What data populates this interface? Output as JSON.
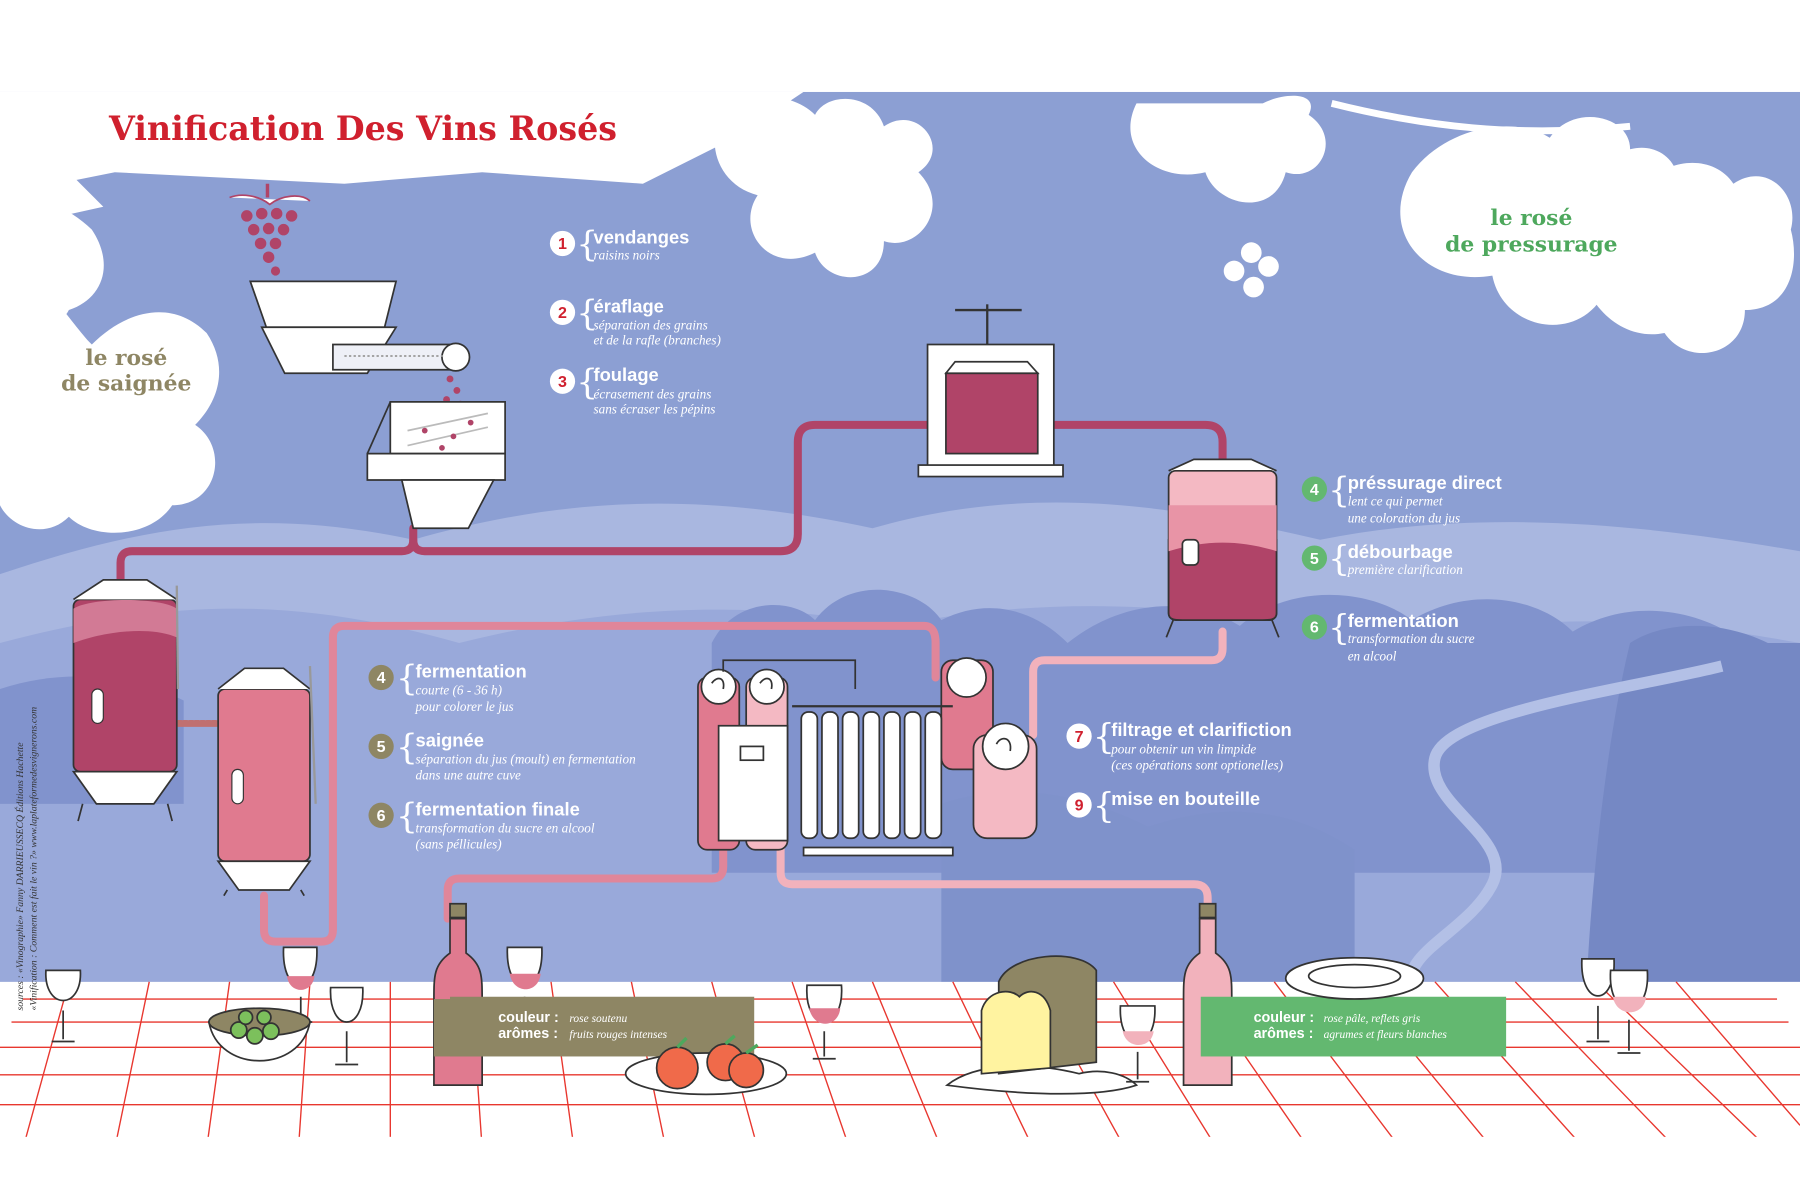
{
  "title": "Vinification Des Vins Rosés",
  "sections": {
    "saignee": [
      "le rosé",
      "de saignée"
    ],
    "pressurage": [
      "le rosé",
      "de pressurage"
    ]
  },
  "colors": {
    "sky": "#8c9fd3",
    "hills": "#a9b7e0",
    "trees": "#7588c4",
    "pipe_dark": "#b04468",
    "pipe_mid": "#e0869a",
    "pipe_light": "#f2b2bc",
    "tablecloth": "#e8372f",
    "green_label": "#63b870",
    "olive_label": "#8e8664",
    "red_accent": "#d0202e"
  },
  "top_steps": [
    {
      "num": "1",
      "title": "vendanges",
      "lines": [
        "raisins noirs"
      ]
    },
    {
      "num": "2",
      "title": "éraflage",
      "lines": [
        "séparation des grains",
        "et de la rafle (branches)"
      ]
    },
    {
      "num": "3",
      "title": "foulage",
      "lines": [
        "écrasement des grains",
        "sans écraser les pépins"
      ]
    }
  ],
  "saignee_steps": [
    {
      "num": "4",
      "title": "fermentation",
      "lines": [
        "courte (6 - 36 h)",
        "pour colorer le jus"
      ]
    },
    {
      "num": "5",
      "title": "saignée",
      "lines": [
        "séparation du jus (moult) en fermentation",
        "dans  une autre cuve"
      ]
    },
    {
      "num": "6",
      "title": "fermentation finale",
      "lines": [
        "transformation du sucre en alcool",
        "(sans péllicules)"
      ]
    }
  ],
  "pressurage_steps": [
    {
      "num": "4",
      "title": "préssurage direct",
      "lines": [
        "lent ce qui permet",
        "une coloration du jus"
      ]
    },
    {
      "num": "5",
      "title": "débourbage",
      "lines": [
        "première clarification"
      ]
    },
    {
      "num": "6",
      "title": "fermentation",
      "lines": [
        "transformation du sucre",
        "en alcool"
      ]
    }
  ],
  "final_steps": [
    {
      "num": "7",
      "title": "filtrage et clarifiction",
      "lines": [
        "pour obtenir un vin limpide",
        "(ces opérations sont optionelles)"
      ]
    },
    {
      "num": "9",
      "title": "mise en bouteille",
      "lines": []
    }
  ],
  "labels": {
    "saignee": {
      "couleur_key": "couleur :",
      "couleur_val": "rose soutenu",
      "aromes_key": "arômes :",
      "aromes_val": "fruits rouges intenses"
    },
    "pressurage": {
      "couleur_key": "couleur :",
      "couleur_val": "rose pâle, reflets gris",
      "aromes_key": "arômes :",
      "aromes_val": "agrumes et fleurs blanches"
    }
  },
  "sources": {
    "line1": "sources : «Vinographie»  Fanny DARRIEUSSECQ  Éditions Hachette",
    "line2": "«Vinification : Comment est fait le vin ?» www.laplateformedesvignerons.com"
  },
  "icons": [
    "grape-cluster-icon",
    "hopper-icon",
    "crusher-icon",
    "press-icon",
    "vat-icon",
    "filter-icon",
    "bottle-icon",
    "wine-glass-icon",
    "olive-bowl-icon",
    "peach-plate-icon",
    "bread-icon",
    "plate-icon"
  ]
}
